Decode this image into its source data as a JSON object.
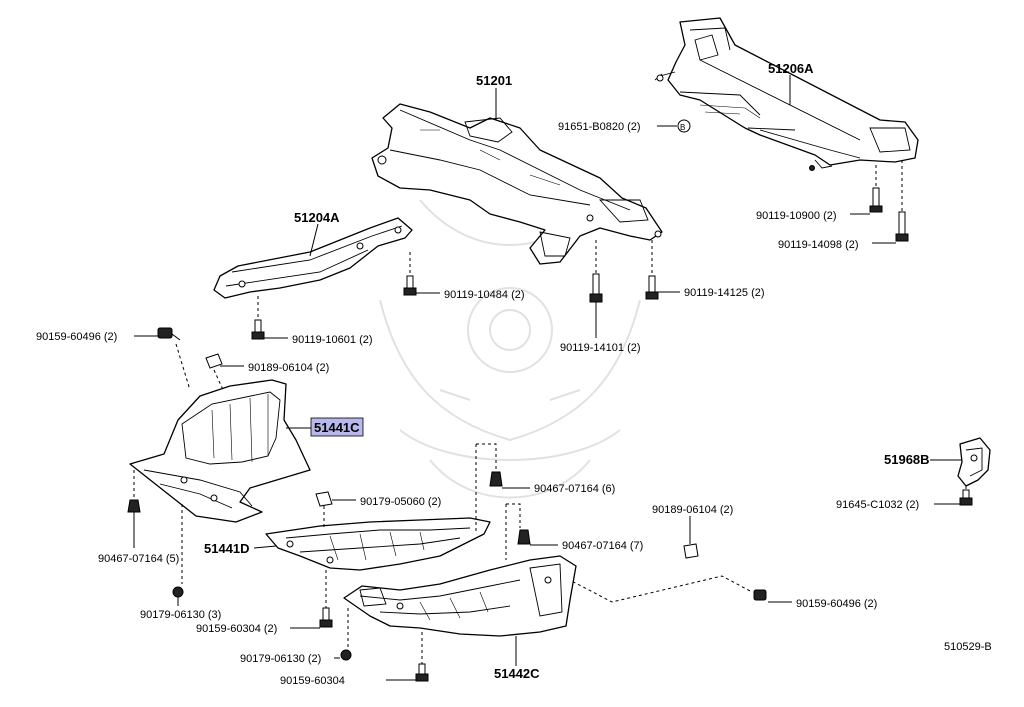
{
  "diagram": {
    "reference_code": "510529-B",
    "assemblies": {
      "rear_crossmember": "51206A",
      "front_crossmember": "51201",
      "front_brace": "51204A",
      "engine_under_cover_lh": "51441C",
      "engine_under_cover_center": "51441D",
      "engine_under_cover_rear": "51442C",
      "bracket": "51968B"
    },
    "callouts": {
      "c_91651_b0820": "91651-B0820 (2)",
      "c_90119_10900": "90119-10900 (2)",
      "c_90119_14098": "90119-14098 (2)",
      "c_90119_10484": "90119-10484 (2)",
      "c_90119_14125": "90119-14125 (2)",
      "c_90119_10601": "90119-10601 (2)",
      "c_90119_14101": "90119-14101 (2)",
      "c_90159_60496_top": "90159-60496 (2)",
      "c_90189_06104_top": "90189-06104 (2)",
      "c_90467_07164_6": "90467-07164 (6)",
      "c_90179_05060": "90179-05060 (2)",
      "c_90467_07164_7": "90467-07164 (7)",
      "c_90189_06104_right": "90189-06104 (2)",
      "c_91645_c1032": "91645-C1032 (2)",
      "c_90467_07164_5": "90467-07164 (5)",
      "c_90179_06130_3": "90179-06130 (3)",
      "c_90159_60304_2": "90159-60304 (2)",
      "c_90179_06130_2": "90179-06130 (2)",
      "c_90159_60304": "90159-60304",
      "c_90159_60496_right": "90159-60496 (2)"
    }
  }
}
